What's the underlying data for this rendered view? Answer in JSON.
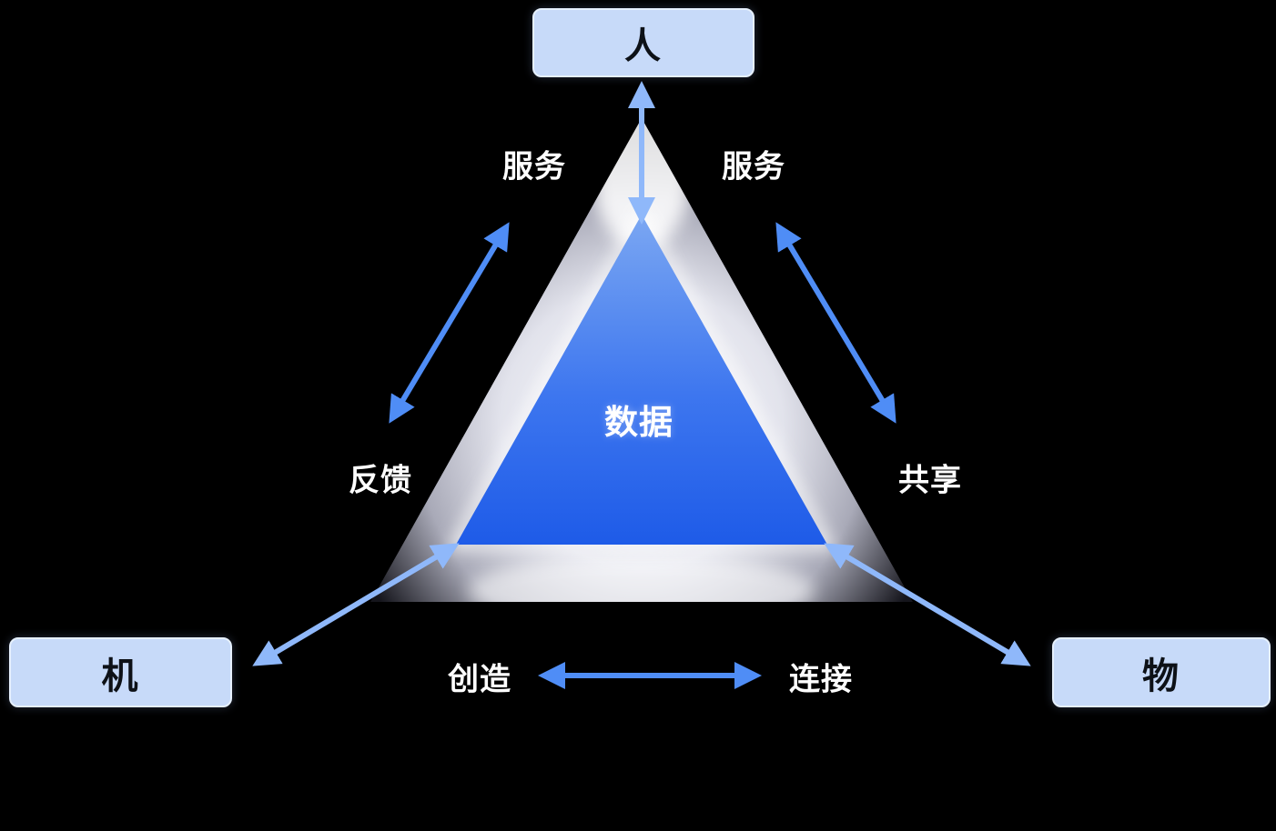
{
  "background": "#000000",
  "nodes": {
    "person": {
      "label": "人"
    },
    "machine": {
      "label": "机"
    },
    "thing": {
      "label": "物"
    }
  },
  "triangle": {
    "center_label": "数据"
  },
  "edge_labels": {
    "service_left": "服务",
    "service_right": "服务",
    "feedback": "反馈",
    "share": "共享",
    "create": "创造",
    "connect": "连接"
  },
  "colors": {
    "arrow_main": "#4F8DF6",
    "arrow_light": "#8FB8FA",
    "node_background": "#C7DAF9",
    "node_text": "#0D1117",
    "label_text": "#FFFFFF",
    "triangle_blue_top": "#7BA7F2",
    "triangle_blue_bottom": "#1E5BE8",
    "triangle_metal_light": "#EDEDF4",
    "triangle_metal_dark": "#15151C"
  }
}
